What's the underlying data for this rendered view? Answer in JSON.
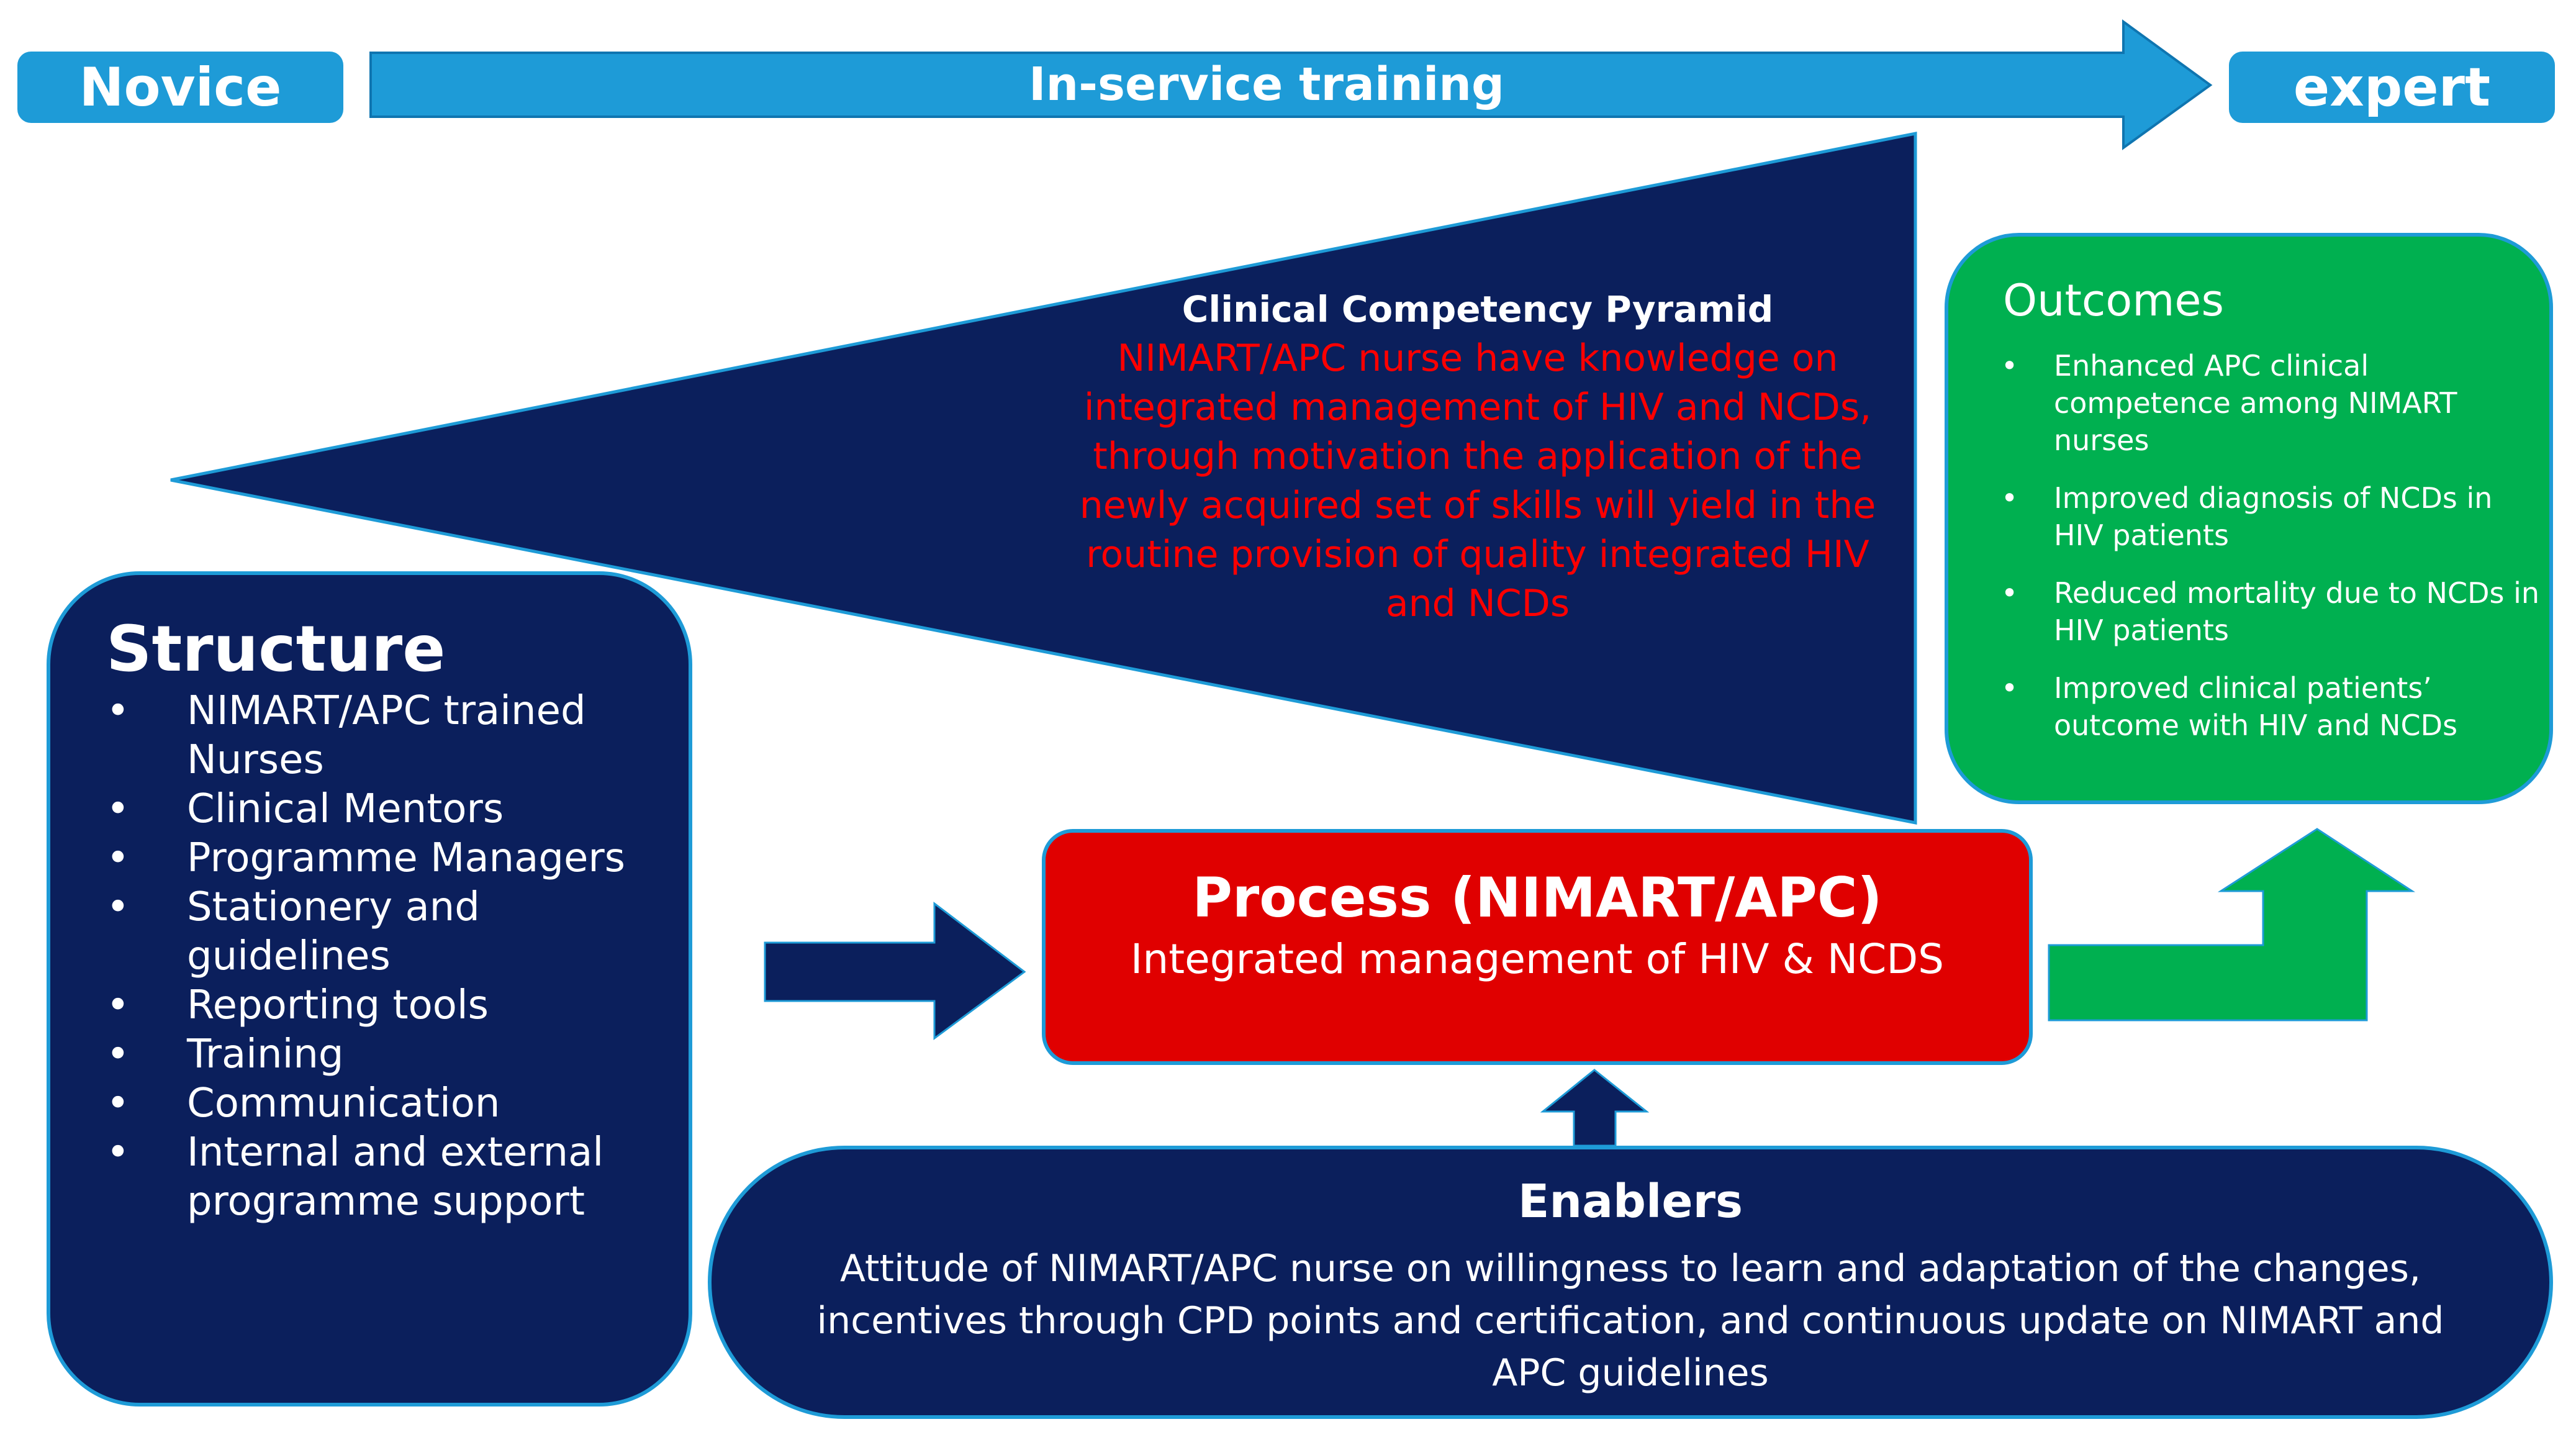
{
  "top": {
    "novice_label": "Novice",
    "training_label": "In-service training",
    "expert_label": "expert"
  },
  "pyramid": {
    "title": "Clinical Competency Pyramid",
    "body": "NIMART/APC nurse have knowledge on integrated management of HIV and NCDs, through motivation the application of the newly acquired set of skills will yield in the routine provision of quality integrated HIV and NCDs"
  },
  "structure": {
    "title": "Structure",
    "items": [
      "NIMART/APC trained Nurses",
      "Clinical Mentors",
      "Programme Managers",
      "Stationery and guidelines",
      "Reporting tools",
      "Training",
      "Communication",
      "Internal and external programme support"
    ]
  },
  "outcomes": {
    "title": "Outcomes",
    "items": [
      "Enhanced APC clinical competence among NIMART nurses",
      "Improved diagnosis of NCDs in HIV patients",
      "Reduced mortality due to NCDs in HIV patients",
      "Improved clinical patients’ outcome with HIV and NCDs"
    ]
  },
  "process": {
    "title": "Process (NIMART/APC)",
    "subtitle": "Integrated management of HIV & NCDS"
  },
  "enablers": {
    "title": "Enablers",
    "body": "Attitude of NIMART/APC nurse on willingness to learn and adaptation of the changes, incentives through CPD points and certification, and continuous update on NIMART and APC guidelines"
  },
  "colors": {
    "banner_blue": "#1E9BD7",
    "navy": "#0B1F5C",
    "process_red": "#E00000",
    "outcome_green": "#00B050",
    "pyramid_text_red": "#FF0000"
  }
}
